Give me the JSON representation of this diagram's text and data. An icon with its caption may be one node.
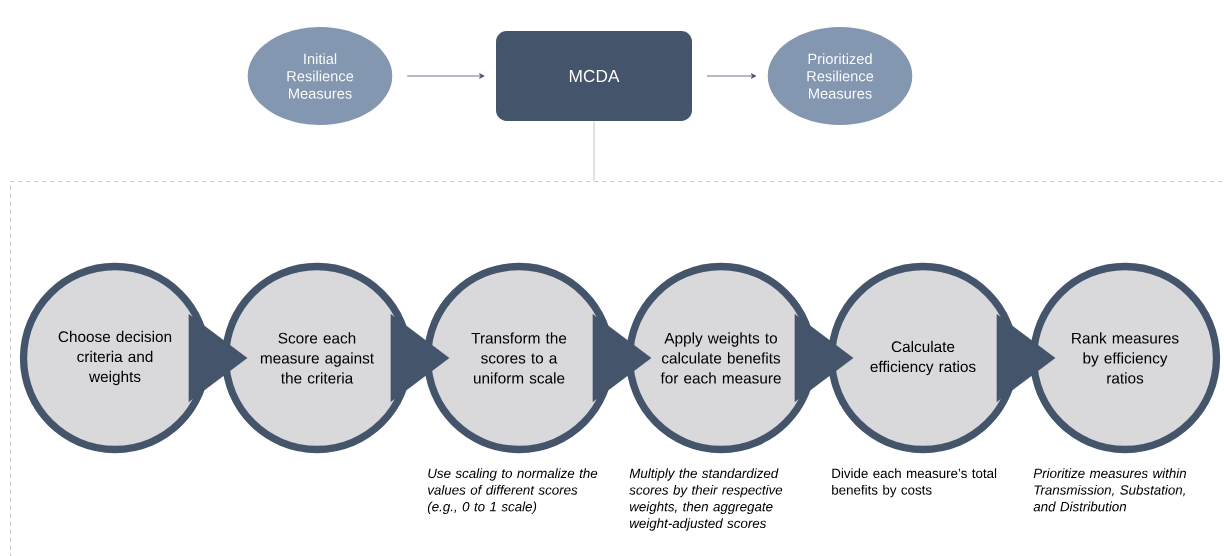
{
  "diagram": {
    "nodes": [
      {
        "text": [
          "Initial Resilience Measures"
        ]
      },
      {
        "text": [
          "MCDA"
        ]
      },
      {
        "text": [
          "Prioritized Resilience Measures"
        ]
      },
      {
        "text": [],
        "shape": "box"
      },
      {
        "text": [
          "Choose decision criteria and weights"
        ],
        "in": 3
      },
      {
        "text": [
          "Score each measure against the criteria"
        ],
        "in": 3
      },
      {
        "text": [
          "Transform the scores to a uniform scale"
        ],
        "in": 3,
        "beside": [
          "Use scaling to normalize the values of different scores (e.g., 0 to 1 scale)"
        ]
      },
      {
        "text": [
          "Apply weights to calculate benefits for each measure"
        ],
        "in": 3,
        "beside": [
          "Multiply the standardized scores by their respective weights, then aggregate weight-adjusted scores"
        ]
      },
      {
        "text": [
          "Calculate efficiency ratios"
        ],
        "in": 3,
        "beside": [
          "Divide each measure’s total benefits by costs"
        ]
      },
      {
        "text": [
          "Rank measures by efficiency ratios"
        ],
        "in": 3,
        "beside": [
          "Prioritize measures within Transmission, Substation, and Distribution"
        ]
      }
    ],
    "edges": [
      {
        "from": 0,
        "to": 1,
        "arrow": "to"
      },
      {
        "from": 1,
        "to": 2,
        "arrow": "to"
      },
      {
        "from": 1,
        "to": 3,
        "arrow": "none",
        "color": "#c8c8c8"
      },
      {
        "from": 4,
        "to": 5,
        "arrow": "to"
      },
      {
        "from": 5,
        "to": 6,
        "arrow": "to"
      },
      {
        "from": 6,
        "to": 7,
        "arrow": "to"
      },
      {
        "from": 7,
        "to": 8,
        "arrow": "to"
      },
      {
        "from": 8,
        "to": 9,
        "arrow": "to"
      }
    ]
  }
}
